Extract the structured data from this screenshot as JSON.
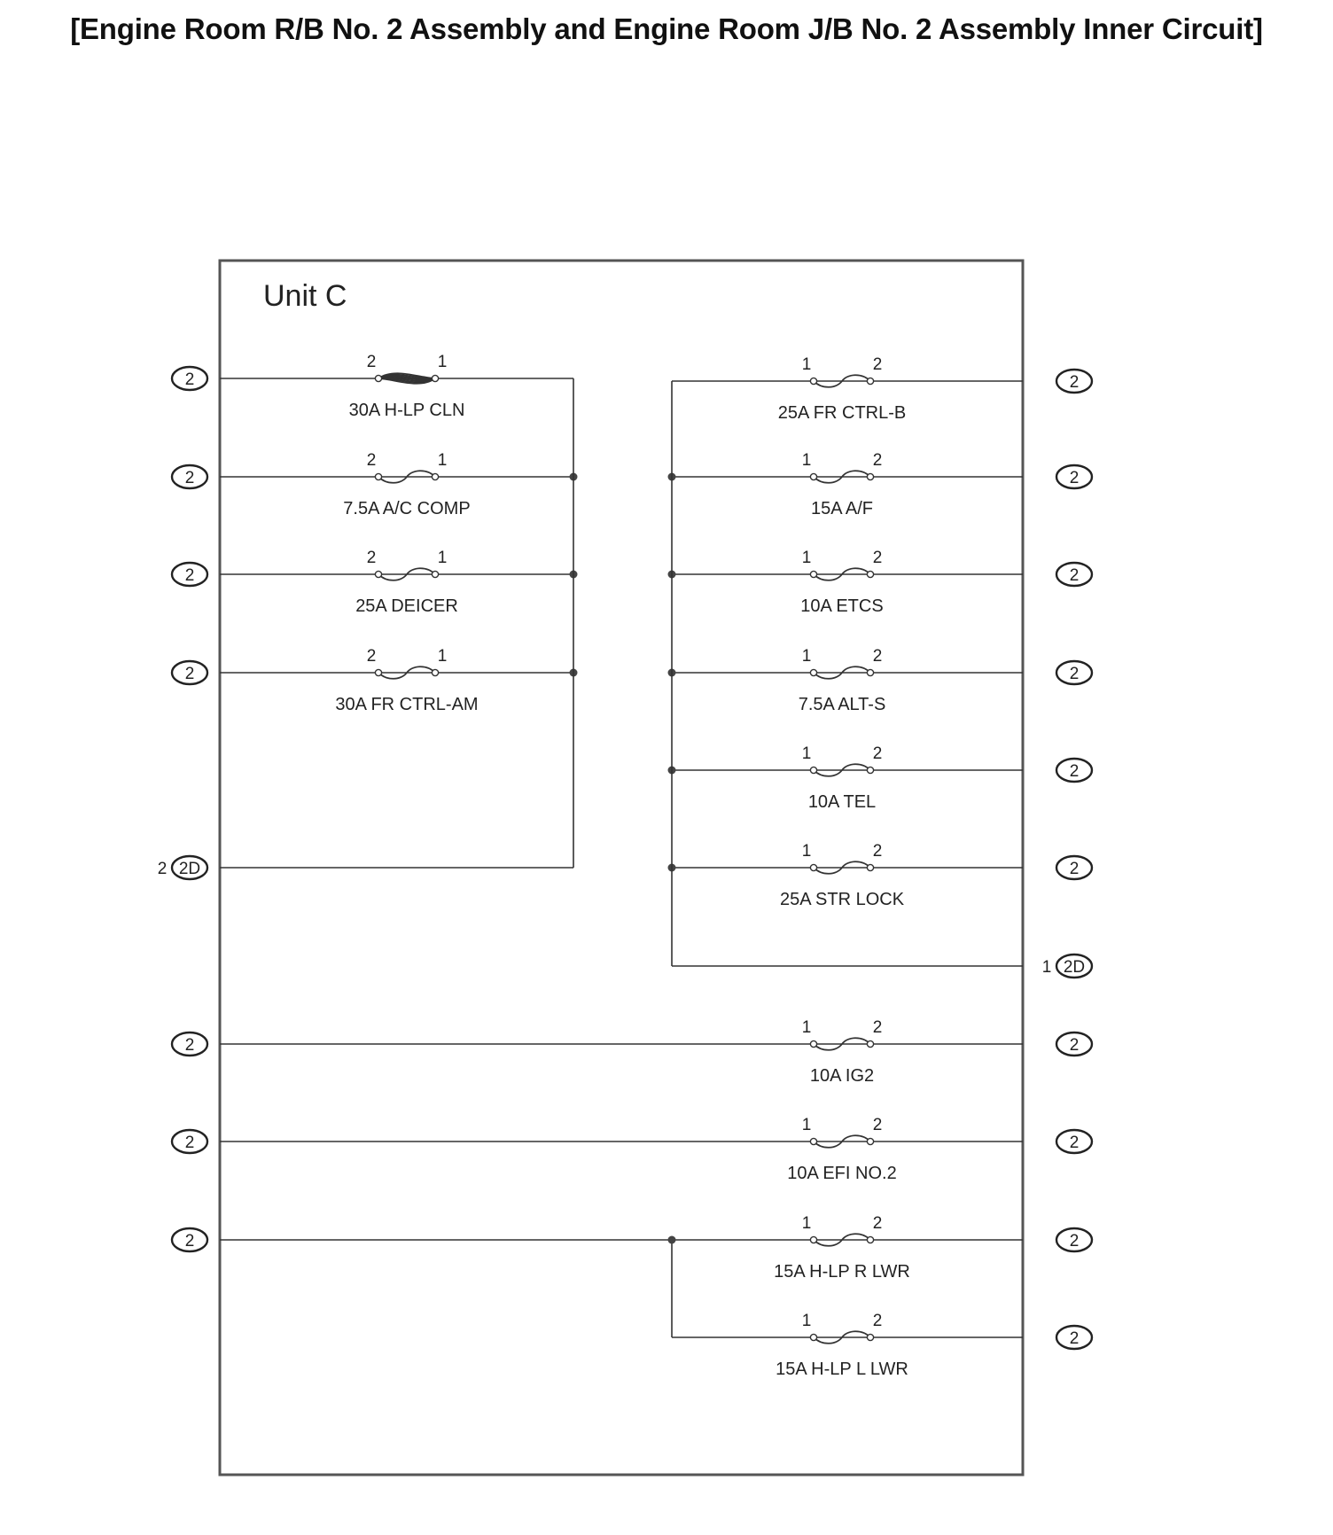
{
  "title": "[Engine Room R/B No. 2 Assembly and Engine Room J/B No. 2 Assembly Inner Circuit]",
  "unit_label": "Unit C",
  "left_fuses": [
    {
      "label": "30A H-LP CLN",
      "pin_left": "2",
      "pin_right": "1",
      "style": "wide"
    },
    {
      "label": "7.5A A/C COMP",
      "pin_left": "2",
      "pin_right": "1",
      "style": "normal"
    },
    {
      "label": "25A DEICER",
      "pin_left": "2",
      "pin_right": "1",
      "style": "normal"
    },
    {
      "label": "30A FR CTRL-AM",
      "pin_left": "2",
      "pin_right": "1",
      "style": "normal"
    }
  ],
  "right_fuses": [
    {
      "label": "25A FR CTRL-B",
      "pin_left": "1",
      "pin_right": "2"
    },
    {
      "label": "15A A/F",
      "pin_left": "1",
      "pin_right": "2"
    },
    {
      "label": "10A ETCS",
      "pin_left": "1",
      "pin_right": "2"
    },
    {
      "label": "7.5A ALT-S",
      "pin_left": "1",
      "pin_right": "2"
    },
    {
      "label": "10A TEL",
      "pin_left": "1",
      "pin_right": "2"
    },
    {
      "label": "25A STR LOCK",
      "pin_left": "1",
      "pin_right": "2"
    }
  ],
  "lower_fuses": [
    {
      "label": "10A IG2",
      "pin_left": "1",
      "pin_right": "2"
    },
    {
      "label": "10A EFI NO.2",
      "pin_left": "1",
      "pin_right": "2"
    },
    {
      "label": "15A H-LP R LWR",
      "pin_left": "1",
      "pin_right": "2"
    },
    {
      "label": "15A H-LP L LWR",
      "pin_left": "1",
      "pin_right": "2"
    }
  ],
  "connector_code": "2",
  "bus_connector_code": "2D",
  "left_bus_pin": "2",
  "right_bus_pin": "1"
}
